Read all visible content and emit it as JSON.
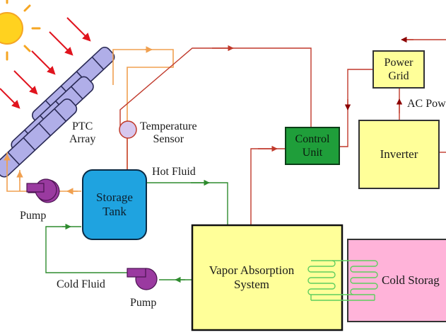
{
  "labels": {
    "ptc_array": [
      "PTC",
      "Array"
    ],
    "temperature_sensor": [
      "Temperature",
      "Sensor"
    ],
    "hot_fluid": "Hot Fluid",
    "cold_fluid": "Cold Fluid",
    "pump_upper": "Pump",
    "pump_lower": "Pump",
    "ac_power": "AC Pow"
  },
  "boxes": {
    "storage_tank": [
      "Storage",
      "Tank"
    ],
    "control_unit": [
      "Control",
      "Unit"
    ],
    "power_grid": [
      "Power",
      "Grid"
    ],
    "inverter": "Inverter",
    "vapor_absorption": [
      "Vapor Absorption",
      "System"
    ],
    "cold_storage": "Cold Storag"
  },
  "colors": {
    "hot_line": "#f0a050",
    "signal_line": "#c0392b",
    "arrow_dark": "#8b0000",
    "fluid_line": "#2e8b2e",
    "storage_tank": "#1fa3e0",
    "control_unit": "#1f9e3a",
    "yellow_box": "#ffff99",
    "cold_storage": "#ffb3d9",
    "pump": "#9a3aa0",
    "collector": "#b0aee8",
    "sun": "#ffd21f",
    "ray": "#e0141e",
    "coil": "#5fce5f"
  },
  "icons": {
    "sun": "sun-icon",
    "pump": "pump-icon",
    "sensor": "temperature-sensor-icon",
    "coil": "heat-exchanger-coil-icon",
    "collector": "parabolic-trough-collector-icon"
  }
}
